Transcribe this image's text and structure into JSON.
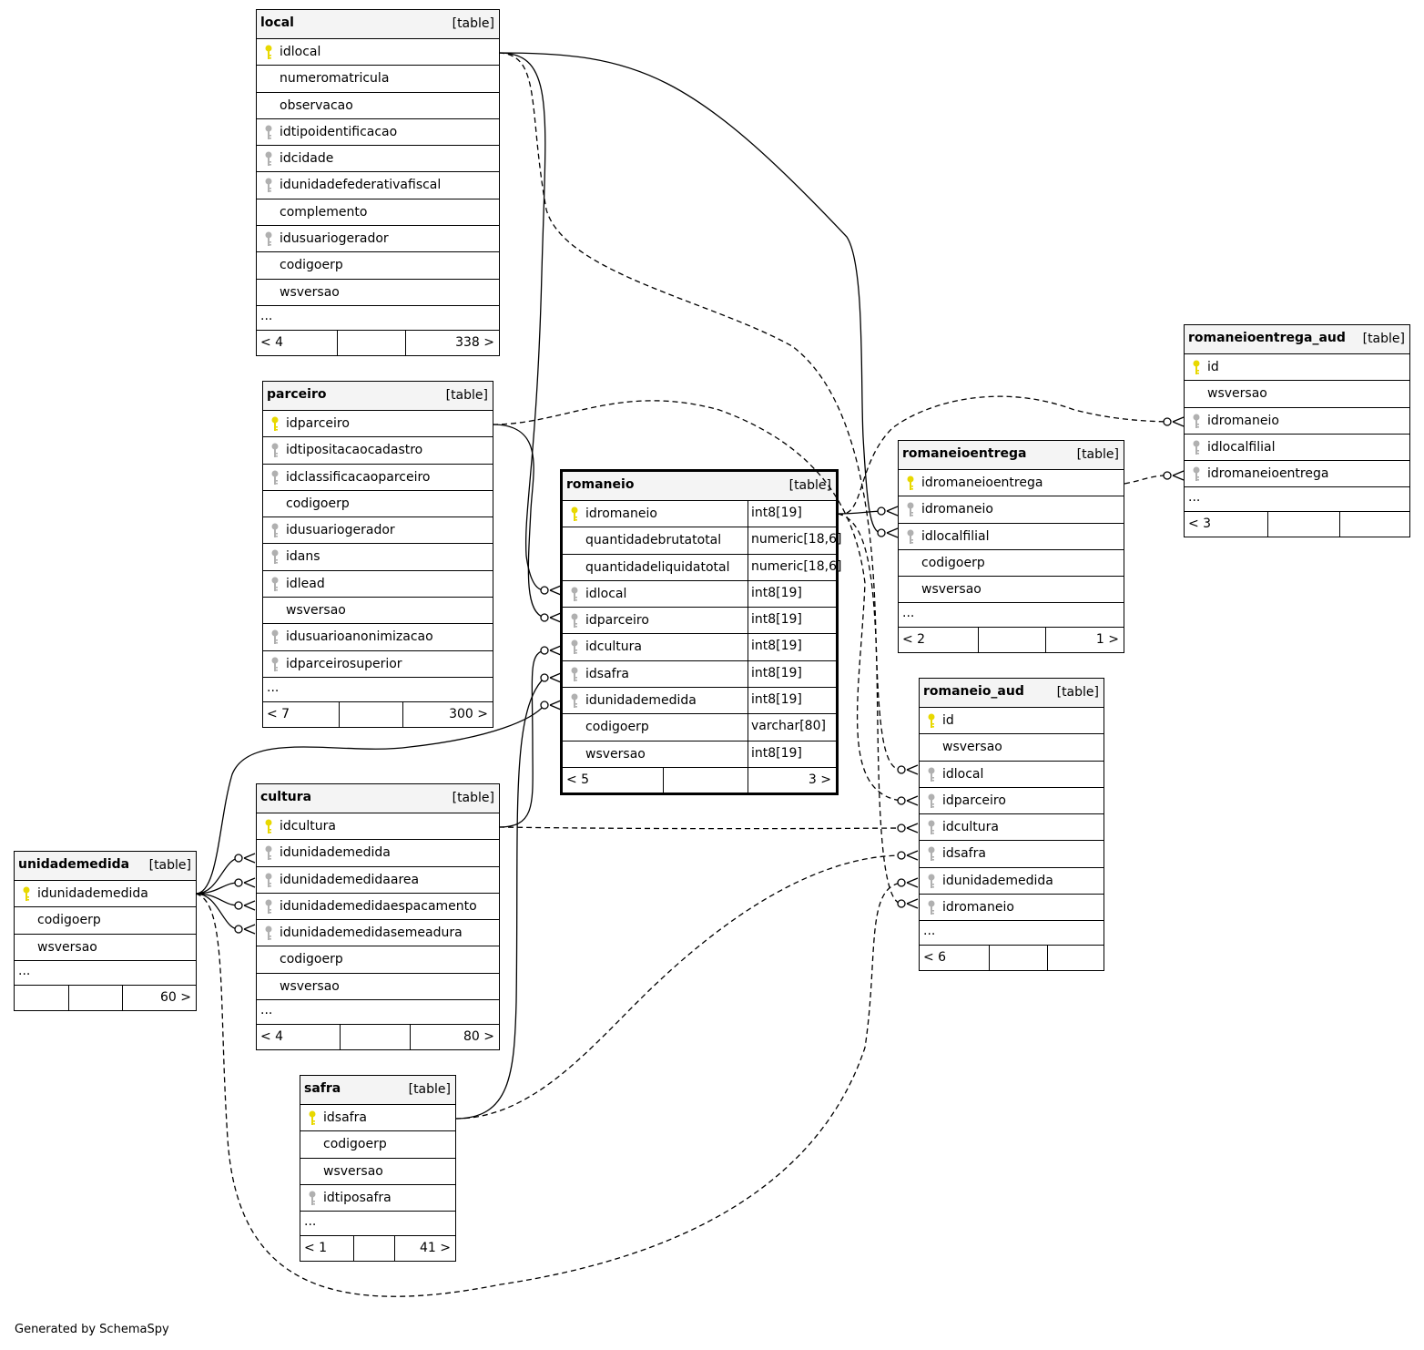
{
  "footer": "Generated by SchemaSpy",
  "tables": {
    "local": {
      "name": "local",
      "type": "[table]",
      "ellipsis": "...",
      "columns": [
        "idlocal",
        "numeromatricula",
        "observacao",
        "idtipoidentificacao",
        "idcidade",
        "idunidadefederativafiscal",
        "complemento",
        "idusuariogerador",
        "codigoerp",
        "wsversao"
      ],
      "keys": [
        "pk",
        "",
        "",
        "fk",
        "fk",
        "fk",
        "",
        "fk",
        "",
        ""
      ],
      "footer_left": "< 4",
      "footer_right": "338 >"
    },
    "parceiro": {
      "name": "parceiro",
      "type": "[table]",
      "ellipsis": "...",
      "columns": [
        "idparceiro",
        "idtipositacaocadastro",
        "idclassificacaoparceiro",
        "codigoerp",
        "idusuariogerador",
        "idans",
        "idlead",
        "wsversao",
        "idusuarioanonimizacao",
        "idparceirosuperior"
      ],
      "keys": [
        "pk",
        "fk",
        "fk",
        "",
        "fk",
        "fk",
        "fk",
        "",
        "fk",
        "fk"
      ],
      "footer_left": "< 7",
      "footer_right": "300 >"
    },
    "romaneio": {
      "name": "romaneio",
      "type": "[table]",
      "ellipsis": "",
      "columns": [
        "idromaneio",
        "quantidadebrutatotal",
        "quantidadeliquidatotal",
        "idlocal",
        "idparceiro",
        "idcultura",
        "idsafra",
        "idunidademedida",
        "codigoerp",
        "wsversao"
      ],
      "types": [
        "int8[19]",
        "numeric[18,6]",
        "numeric[18,6]",
        "int8[19]",
        "int8[19]",
        "int8[19]",
        "int8[19]",
        "int8[19]",
        "varchar[80]",
        "int8[19]"
      ],
      "keys": [
        "pk",
        "",
        "",
        "fk",
        "fk",
        "fk",
        "fk",
        "fk",
        "",
        ""
      ],
      "footer_left": "< 5",
      "footer_right": "3 >"
    },
    "romaneioentrega": {
      "name": "romaneioentrega",
      "type": "[table]",
      "ellipsis": "...",
      "columns": [
        "idromaneioentrega",
        "idromaneio",
        "idlocalfilial",
        "codigoerp",
        "wsversao"
      ],
      "keys": [
        "pk",
        "fk",
        "fk",
        "",
        ""
      ],
      "footer_left": "< 2",
      "footer_right": "1 >"
    },
    "romaneioentrega_aud": {
      "name": "romaneioentrega_aud",
      "type": "[table]",
      "ellipsis": "...",
      "columns": [
        "id",
        "wsversao",
        "idromaneio",
        "idlocalfilial",
        "idromaneioentrega"
      ],
      "keys": [
        "pk",
        "",
        "fk",
        "fk",
        "fk"
      ],
      "footer_left": "< 3",
      "footer_right": ""
    },
    "romaneio_aud": {
      "name": "romaneio_aud",
      "type": "[table]",
      "ellipsis": "...",
      "columns": [
        "id",
        "wsversao",
        "idlocal",
        "idparceiro",
        "idcultura",
        "idsafra",
        "idunidademedida",
        "idromaneio"
      ],
      "keys": [
        "pk",
        "",
        "fk",
        "fk",
        "fk",
        "fk",
        "fk",
        "fk"
      ],
      "footer_left": "< 6",
      "footer_right": ""
    },
    "cultura": {
      "name": "cultura",
      "type": "[table]",
      "ellipsis": "...",
      "columns": [
        "idcultura",
        "idunidademedida",
        "idunidademedidaarea",
        "idunidademedidaespacamento",
        "idunidademedidasemeadura",
        "codigoerp",
        "wsversao"
      ],
      "keys": [
        "pk",
        "fk",
        "fk",
        "fk",
        "fk",
        "",
        ""
      ],
      "footer_left": "< 4",
      "footer_right": "80 >"
    },
    "unidademedida": {
      "name": "unidademedida",
      "type": "[table]",
      "ellipsis": "...",
      "columns": [
        "idunidademedida",
        "codigoerp",
        "wsversao"
      ],
      "keys": [
        "pk",
        "",
        ""
      ],
      "footer_left": "",
      "footer_right": "60 >"
    },
    "safra": {
      "name": "safra",
      "type": "[table]",
      "ellipsis": "...",
      "columns": [
        "idsafra",
        "codigoerp",
        "wsversao",
        "idtiposafra"
      ],
      "keys": [
        "pk",
        "",
        "",
        "fk"
      ],
      "footer_left": "< 1",
      "footer_right": "41 >"
    }
  },
  "colors": {
    "primary_key": "#e8d800",
    "foreign_key": "#b0b0b0",
    "header_bg": "#f4f4f4"
  }
}
